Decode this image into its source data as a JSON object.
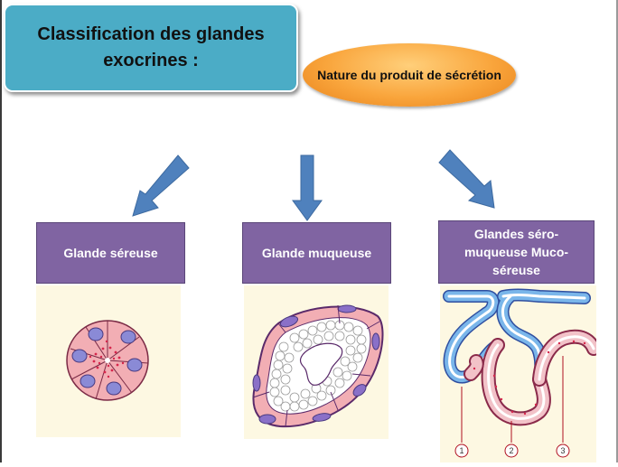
{
  "title": "Classification  des glandes exocrines :",
  "criterion": "Nature du produit de sécrétion",
  "categories": [
    {
      "label": "Glande séreuse"
    },
    {
      "label": "Glande muqueuse"
    },
    {
      "label": "Glandes séro-muqueuse Muco-séreuse"
    }
  ],
  "figure_labels": [
    "1",
    "2",
    "3"
  ],
  "colors": {
    "title_box": "#4bacc6",
    "oval": "#f9a53c",
    "category_box": "#8064a2",
    "arrow": "#4f81bd",
    "panel_bg": "#fdf8e2"
  },
  "icons": [
    "arrow-down-left-icon",
    "arrow-down-icon",
    "arrow-down-right-icon"
  ]
}
